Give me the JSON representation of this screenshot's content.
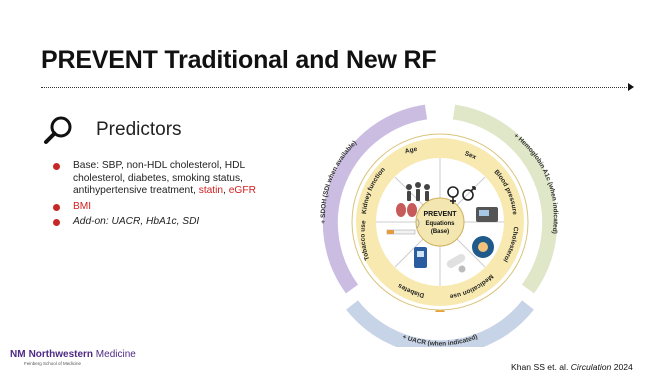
{
  "slide": {
    "title": "PREVENT Traditional and New RF",
    "section_heading": "Predictors",
    "bullets": {
      "base_text": "Base: SBP, non-HDL cholesterol, HDL cholesterol, diabetes,  smoking status, antihypertensive treatment, ",
      "base_statin": "statin",
      "base_sep": ", ",
      "base_egfr": "eGFR",
      "bmi": "BMI",
      "addon": "Add-on: UACR, HbA1c, SDI"
    },
    "footer": {
      "logo_text": "Northwestern",
      "logo_text2": "Medicine",
      "logo_sub": "Feinberg School of Medicine",
      "citation_authors": "Khan SS et. al. ",
      "citation_journal": "Circulation",
      "citation_year": " 2024"
    },
    "icons": {
      "predictors": "magnifier-icon",
      "logo_mark": "NM"
    },
    "colors": {
      "bullet": "#c62828",
      "highlight": "#d32020",
      "logo": "#4e2a84",
      "ring_sdi": "#cbbde2",
      "ring_hba1c": "#dfe7c8",
      "ring_uacr": "#c7d3e6",
      "ring_inner": "#f7e9b0"
    },
    "diagram": {
      "center_line1": "PREVENT",
      "center_line2": "Equations",
      "center_line3": "(Base)",
      "segments": [
        "Age",
        "Sex",
        "Blood pressure",
        "Cholesterol",
        "Medication use",
        "Diabetes",
        "Tobacco use",
        "Kidney function"
      ],
      "addons": {
        "sdi": "+ SDOH (SDI when available)",
        "hba1c": "+ Hemoglobin A1c (when indicated)",
        "uacr": "+ UACR (when indicated)"
      }
    }
  }
}
